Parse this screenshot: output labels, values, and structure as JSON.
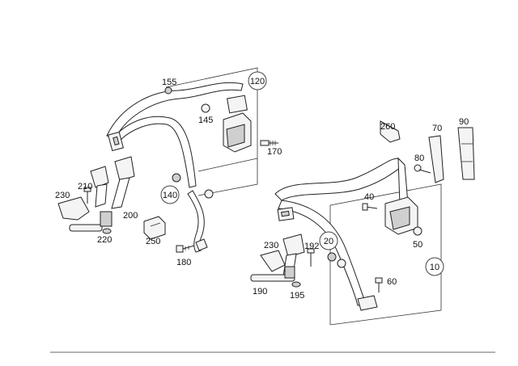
{
  "callouts": {
    "c10": "10",
    "c20": "20",
    "c40": "40",
    "c50": "50",
    "c60": "60",
    "c70": "70",
    "c80": "80",
    "c90": "90",
    "c120": "120",
    "c140": "140",
    "c145": "145",
    "c155": "155",
    "c170": "170",
    "c180": "180",
    "c190": "190",
    "c192": "192",
    "c195": "195",
    "c200": "200",
    "c210": "210",
    "c220": "220",
    "c230a": "230",
    "c230b": "230",
    "c250": "250",
    "c260": "260"
  }
}
